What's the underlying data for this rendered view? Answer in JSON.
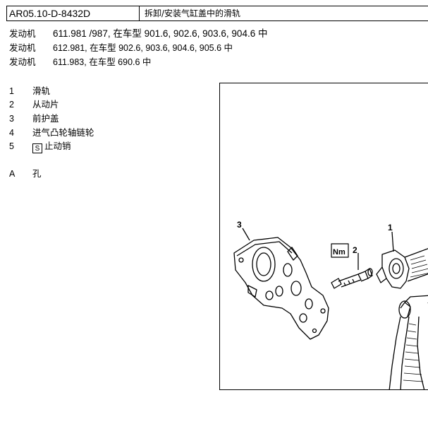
{
  "header": {
    "doc_id": "AR05.10-D-8432D",
    "title": "拆卸/安装气缸盖中的滑轨"
  },
  "engines": [
    {
      "label": "发动机",
      "value": "611.981 /987, 在车型 901.6, 902.6, 903.6, 904.6 中"
    },
    {
      "label": "发动机",
      "value": "612.981, 在车型 902.6, 903.6, 904.6, 905.6 中"
    },
    {
      "label": "发动机",
      "value": "611.983, 在车型 690.6 中"
    }
  ],
  "legend": [
    {
      "num": "1",
      "text": "滑轨"
    },
    {
      "num": "2",
      "text": "从动片"
    },
    {
      "num": "3",
      "text": "前护盖"
    },
    {
      "num": "4",
      "text": "进气凸轮轴链轮"
    },
    {
      "num": "5",
      "text": "止动销",
      "icon": "lock-pin-icon",
      "icon_glyph": "S"
    },
    {
      "num": "A",
      "text": "孔"
    }
  ],
  "figure": {
    "callouts": [
      "3",
      "2",
      "1"
    ],
    "nm_label": "Nm"
  }
}
